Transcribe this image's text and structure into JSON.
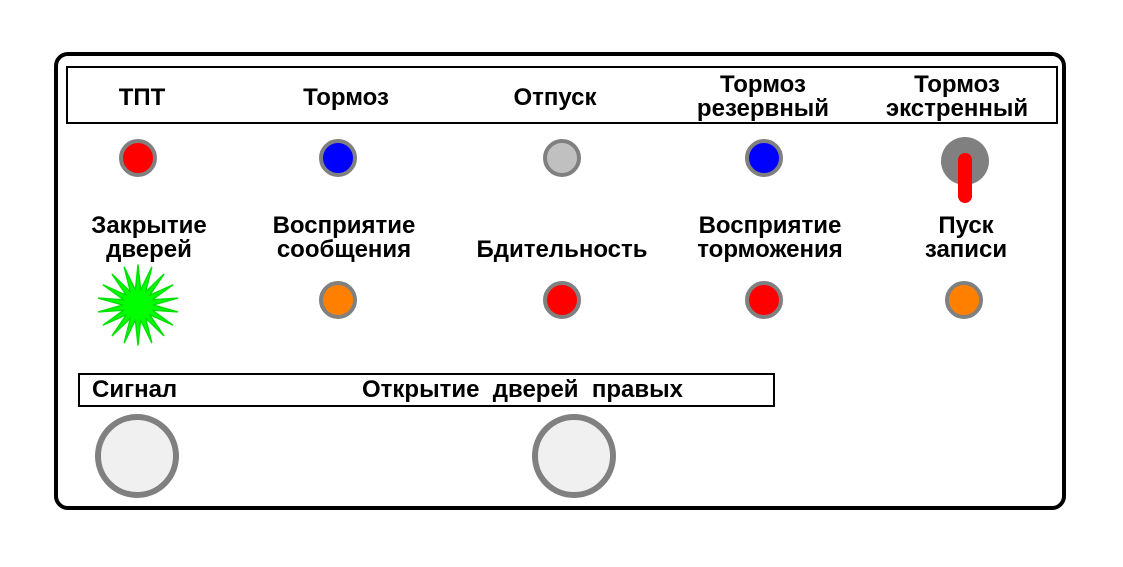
{
  "colors": {
    "red": "#ff0000",
    "blue": "#0000ff",
    "gray": "#c0c0c0",
    "orange": "#ff8000",
    "green": "#00ff00",
    "button": "#f0f0f0",
    "rim": "#808080"
  },
  "top_row": {
    "tpt": "ТПТ",
    "brake": "Тормоз",
    "release": "Отпуск",
    "reserve_brake_1": "Тормоз",
    "reserve_brake_2": "резервный",
    "emergency_brake_1": "Тормоз",
    "emergency_brake_2": "экстренный"
  },
  "middle_row": {
    "door_close_1": "Закрытие",
    "door_close_2": "дверей",
    "msg_ack_1": "Восприятие",
    "msg_ack_2": "сообщения",
    "vigilance": "Бдительность",
    "brake_ack_1": "Восприятие",
    "brake_ack_2": "торможения",
    "rec_start_1": "Пуск",
    "rec_start_2": "записи"
  },
  "bottom_row": {
    "signal": "Сигнал",
    "open_right_doors": "Открытие  дверей  правых"
  },
  "icons": {
    "door_close": "starburst-icon",
    "emergency_brake": "toggle-switch-icon"
  }
}
